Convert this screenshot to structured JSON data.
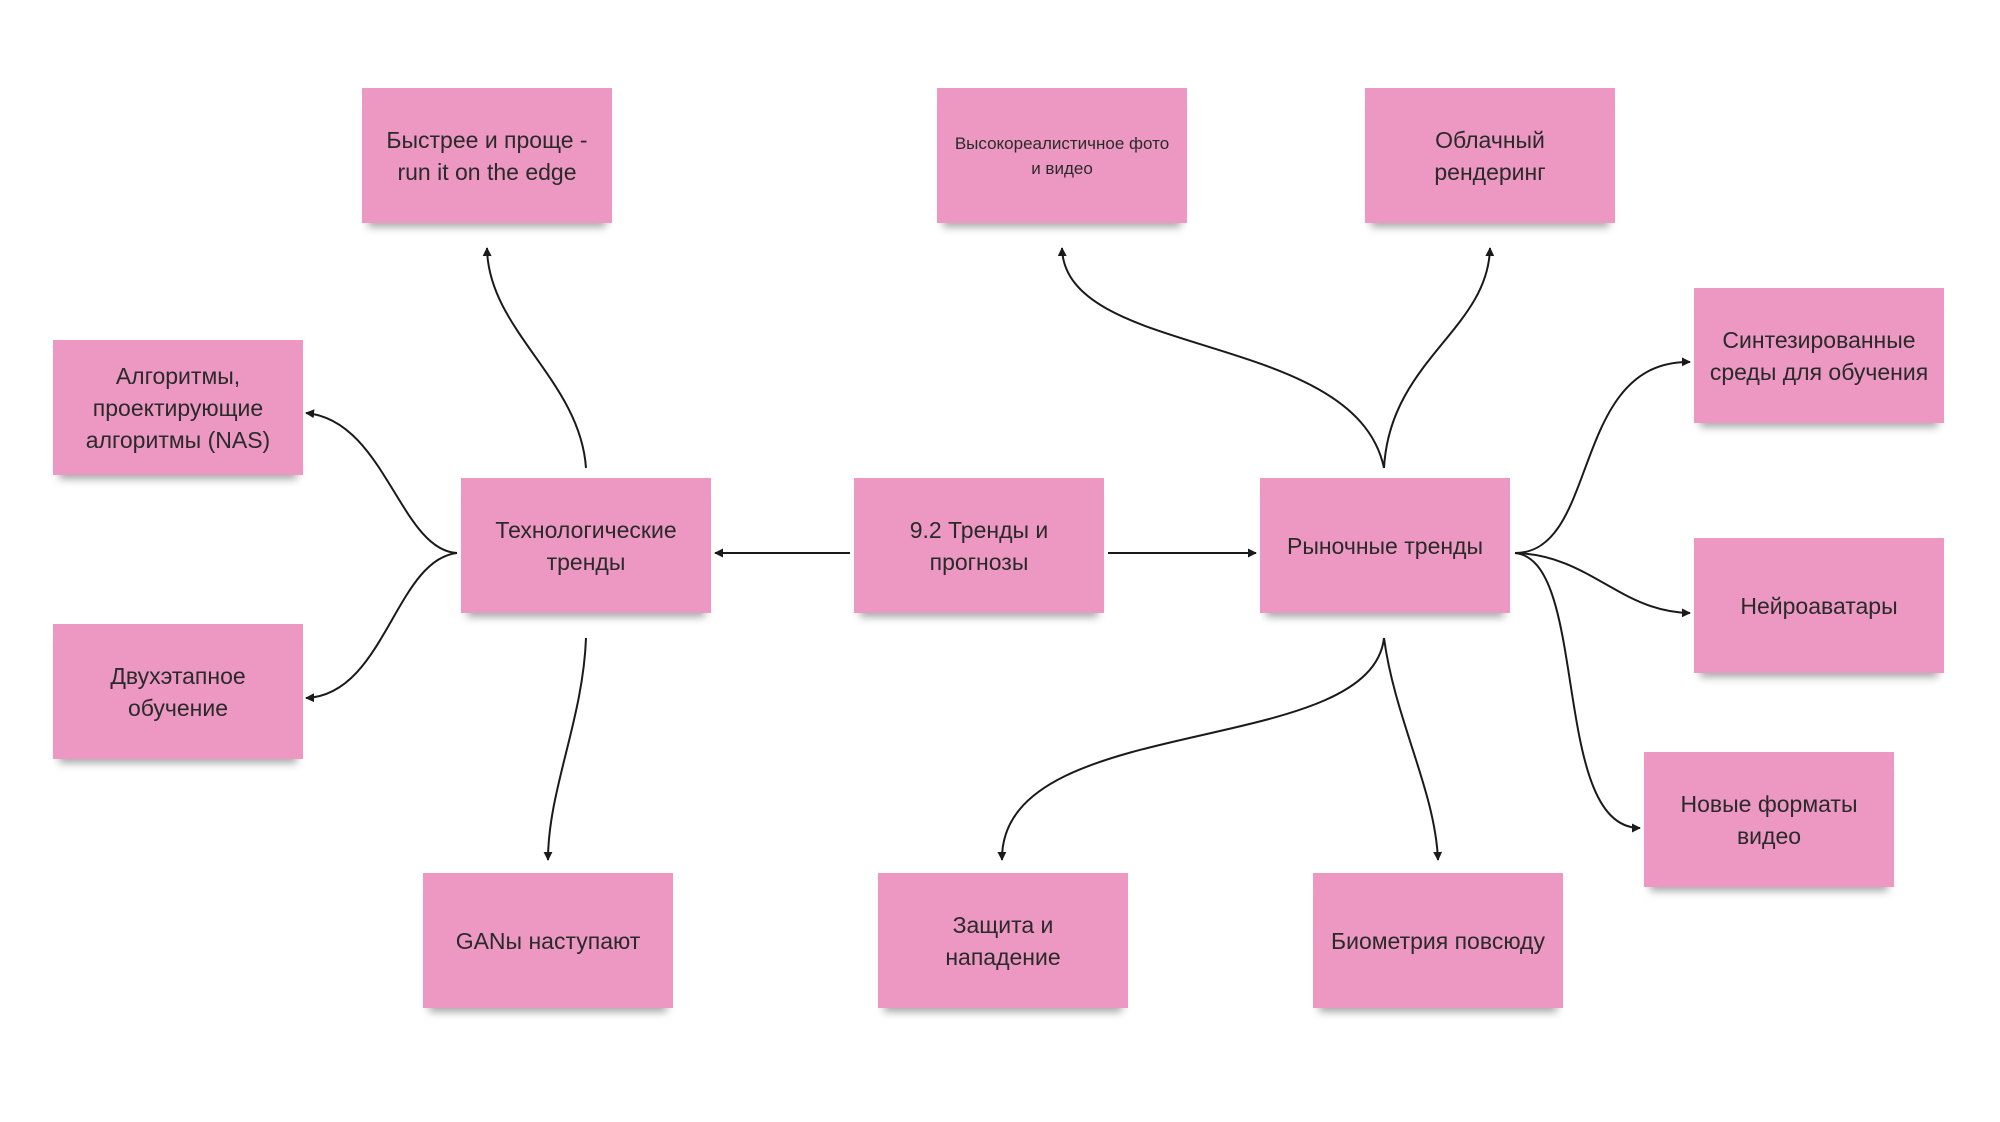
{
  "center": "9.2 Тренды и прогнозы",
  "tech": {
    "hub": "Технологические тренды",
    "edge": "Быстрее и проще - run it on the edge",
    "nas": "Алгоритмы, проектирующие алгоритмы (NAS)",
    "two_stage": "Двухэтапное обучение",
    "gans": "GANы наступают"
  },
  "market": {
    "hub": "Рыночные тренды",
    "photoreal": "Высокореалистичное фото и видео",
    "cloud": "Облачный рендеринг",
    "synthetic": "Синтезированные среды для обучения",
    "avatars": "Нейроаватары",
    "video_formats": "Новые форматы видео",
    "defense": "Защита и нападение",
    "biometrics": "Биометрия повсюду"
  },
  "colors": {
    "note": "#ec98c2",
    "arrow": "#1a1a1a"
  }
}
